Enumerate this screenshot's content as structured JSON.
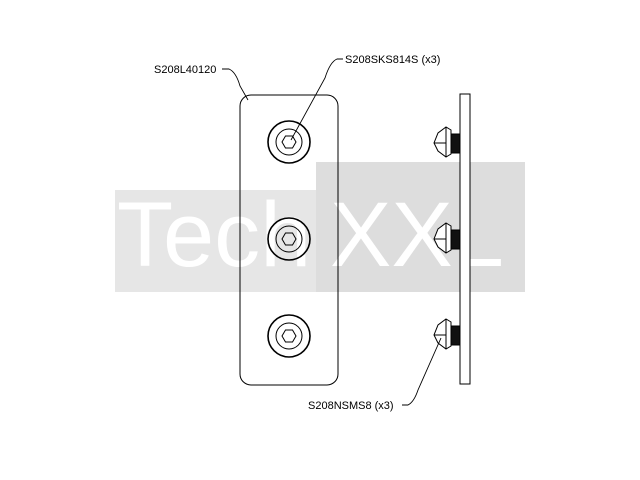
{
  "watermark": {
    "part1": "Tech",
    "part2": "XXL",
    "light_gray": "#e6e6e6",
    "mid_gray": "#dddddd",
    "white": "#ffffff"
  },
  "callouts": {
    "plate": "S208L40120",
    "screws": "S208SKS814S (x3)",
    "nuts": "S208NSMS8 (x3)"
  },
  "colors": {
    "line": "#000000",
    "background": "#ffffff",
    "nut_fill": "#111111"
  }
}
